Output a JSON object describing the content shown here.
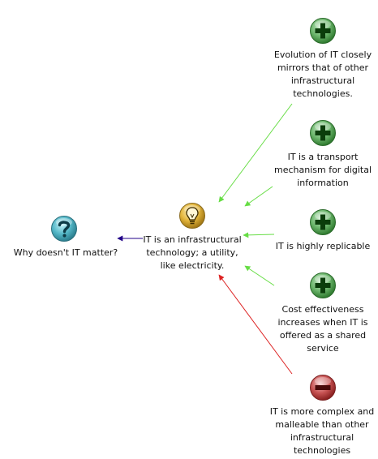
{
  "map": {
    "question": {
      "icon": "question-icon",
      "text": "Why doesn't IT matter?"
    },
    "idea": {
      "icon": "lightbulb-icon",
      "text": "IT is an infrastructural technology; a utility, like electricity."
    },
    "arguments": [
      {
        "stance": "pro",
        "icon": "plus-icon",
        "text": "Evolution of IT closely mirrors that of other infrastructural technologies."
      },
      {
        "stance": "pro",
        "icon": "plus-icon",
        "text": "IT is a transport mechanism for digital information"
      },
      {
        "stance": "pro",
        "icon": "plus-icon",
        "text": "IT is highly replicable"
      },
      {
        "stance": "pro",
        "icon": "plus-icon",
        "text": "Cost effectiveness increases when IT is offered as a shared service"
      },
      {
        "stance": "con",
        "icon": "minus-icon",
        "text": "IT is more complex and malleable than other infrastructural technologies"
      }
    ]
  },
  "colors": {
    "pro_link": "#66dd44",
    "con_link": "#dd2222",
    "idea_to_question_link": "#220088",
    "pro_icon": "#3d8b3d",
    "con_icon": "#b83030",
    "question_icon": "#3a9fb0",
    "idea_icon": "#d4a017"
  }
}
